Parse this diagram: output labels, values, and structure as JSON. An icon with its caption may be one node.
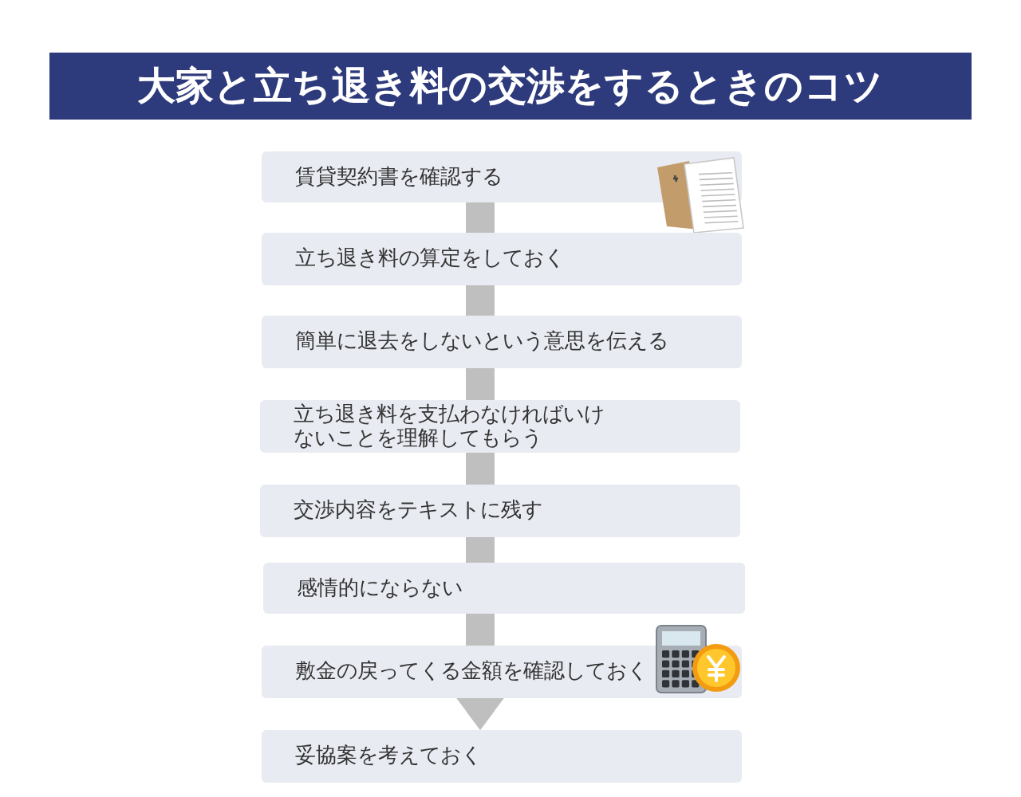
{
  "diagram": {
    "title": "大家と立ち退き料の交渉をするときのコツ",
    "nodes": [
      {
        "text": [
          "賃貸契約書を確認する"
        ]
      },
      {
        "text": [
          "立ち退き料の算定をしておく"
        ]
      },
      {
        "text": [
          "簡単に退去をしないという意思を伝える"
        ]
      },
      {
        "text": [
          "立ち退き料を支払わなければいけないことを理解してもらう"
        ]
      },
      {
        "text": [
          "交渉内容をテキストに残す"
        ]
      },
      {
        "text": [
          "感情的にならない"
        ]
      },
      {
        "text": [
          "敷金の戻ってくる金額を確認しておく"
        ]
      },
      {
        "text": [
          "妥協案を考えておく"
        ]
      }
    ],
    "edges": [
      {
        "from": 0,
        "to": 1,
        "arrow": "none"
      },
      {
        "from": 1,
        "to": 2,
        "arrow": "none"
      },
      {
        "from": 2,
        "to": 3,
        "arrow": "none"
      },
      {
        "from": 3,
        "to": 4,
        "arrow": "none"
      },
      {
        "from": 4,
        "to": 5,
        "arrow": "none"
      },
      {
        "from": 5,
        "to": 6,
        "arrow": "none"
      },
      {
        "from": 6,
        "to": 7,
        "arrow": "to"
      }
    ]
  }
}
